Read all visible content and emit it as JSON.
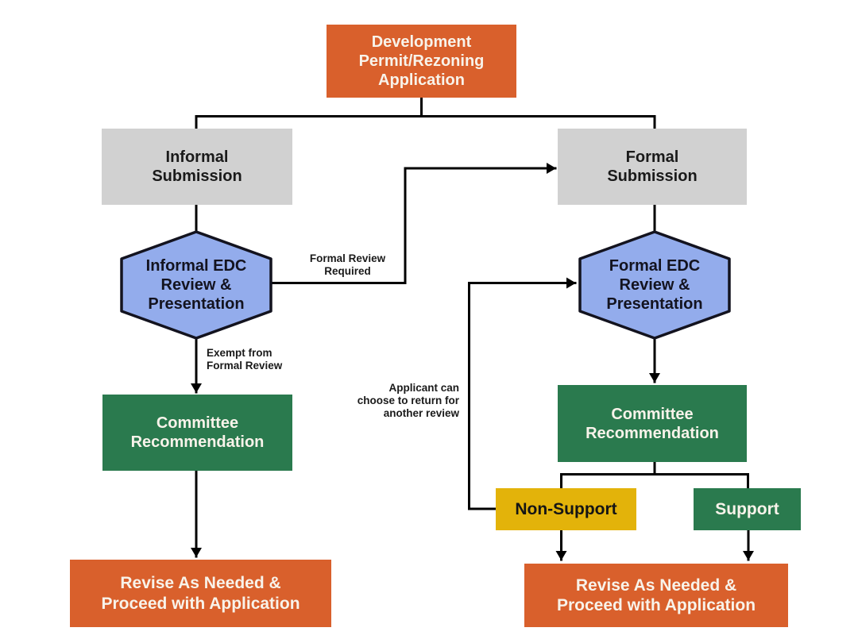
{
  "diagram": {
    "type": "flowchart",
    "background": "#ffffff",
    "nodes": {
      "application": {
        "shape": "rectangle",
        "color": "#D9602C",
        "label": [
          "Development",
          "Permit/Rezoning",
          "Application"
        ]
      },
      "informal_submission": {
        "shape": "rectangle",
        "color": "#D1D1D1",
        "label": [
          "Informal",
          "Submission"
        ]
      },
      "formal_submission": {
        "shape": "rectangle",
        "color": "#D1D1D1",
        "label": [
          "Formal",
          "Submission"
        ]
      },
      "informal_edc_review": {
        "shape": "hexagon",
        "color": "#93ACEC",
        "border": "#13131F",
        "label": [
          "Informal EDC",
          "Review &",
          "Presentation"
        ]
      },
      "formal_edc_review": {
        "shape": "hexagon",
        "color": "#93ACEC",
        "border": "#13131F",
        "label": [
          "Formal EDC",
          "Review &",
          "Presentation"
        ]
      },
      "committee_recommendation_informal": {
        "shape": "rectangle",
        "color": "#2A7A4E",
        "label": [
          "Committee",
          "Recommendation"
        ]
      },
      "committee_recommendation_formal": {
        "shape": "rectangle",
        "color": "#2A7A4E",
        "label": [
          "Committee",
          "Recommendation"
        ]
      },
      "non_support": {
        "shape": "rectangle",
        "color": "#E3B30A",
        "label": "Non-Support"
      },
      "support": {
        "shape": "rectangle",
        "color": "#2A7A4E",
        "label": "Support"
      },
      "revise_informal": {
        "shape": "rectangle",
        "color": "#D9602C",
        "label": [
          "Revise As Needed &",
          "Proceed with Application"
        ]
      },
      "revise_formal": {
        "shape": "rectangle",
        "color": "#D9602C",
        "label": [
          "Revise As Needed &",
          "Proceed with Application"
        ]
      }
    },
    "edge_labels": {
      "formal_review_required": [
        "Formal Review",
        "Required"
      ],
      "exempt_from_formal_review": [
        "Exempt from",
        "Formal Review"
      ],
      "return_for_another_review": [
        "Applicant can",
        "choose to return for",
        "another review"
      ]
    },
    "edges": [
      "application -> informal_submission",
      "application -> formal_submission",
      "informal_submission -> informal_edc_review",
      "formal_submission -> formal_edc_review",
      "informal_edc_review -> formal_submission (Formal Review Required)",
      "informal_edc_review -> committee_recommendation_informal (Exempt from Formal Review)",
      "committee_recommendation_informal -> revise_informal",
      "formal_edc_review -> committee_recommendation_formal",
      "committee_recommendation_formal -> non_support",
      "committee_recommendation_formal -> support",
      "non_support -> revise_formal",
      "support -> revise_formal",
      "non_support -> formal_edc_review (Applicant can choose to return for another review)"
    ],
    "colors": {
      "orange": "#D9602C",
      "gray": "#D1D1D1",
      "blue": "#93ACEC",
      "green": "#2A7A4E",
      "yellow": "#E3B30A",
      "line": "#000000",
      "hexagon_border": "#13131F",
      "text_dark": "#1A1A1A",
      "text_light": "#F8F3EA"
    }
  }
}
